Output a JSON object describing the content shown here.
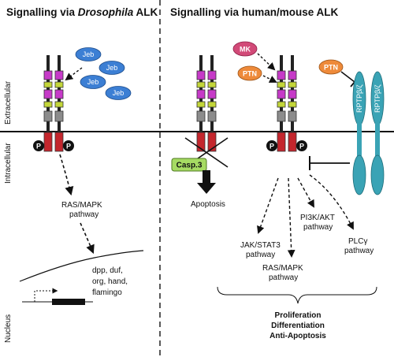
{
  "panel_left": {
    "title_prefix": "Signalling via ",
    "title_italic": "Drosophila",
    "title_suffix": " ALK",
    "ligands": [
      "Jeb",
      "Jeb",
      "Jeb",
      "Jeb"
    ],
    "pathway_line1": "RAS/MAPK",
    "pathway_line2": "pathway",
    "targets": [
      "dpp, duf,",
      "org, hand,",
      "flamingo"
    ]
  },
  "panel_right": {
    "title": "Signalling via human/mouse ALK",
    "ligand_mk": "MK",
    "ligand_ptn_1": "PTN",
    "ligand_ptn_2": "PTN",
    "caspase": "Casp.3",
    "apoptosis": "Apoptosis",
    "receptor_label_1": "RPTPβ/ζ",
    "receptor_label_2": "RPTPβ/ζ",
    "pathways": {
      "jak_stat3": [
        "JAK/STAT3",
        "pathway"
      ],
      "ras_mapk": [
        "RAS/MAPK",
        "pathway"
      ],
      "pi3k_akt": [
        "PI3K/AKT",
        "pathway"
      ],
      "plcg": [
        "PLCγ",
        "pathway"
      ]
    },
    "outcomes": [
      "Proliferation",
      "Differentiation",
      "Anti-Apoptosis"
    ]
  },
  "side_labels": {
    "extracellular": "Extracellular",
    "intracellular": "Intracellular",
    "nucleus": "Nucleus"
  },
  "phospho_label": "P",
  "colors": {
    "jeb_blue": "#3c7fd4",
    "mk_pink": "#d24a78",
    "ptn_orange": "#ee8a3a",
    "casp_green": "#a6db63",
    "rptp_teal": "#3aa3b5",
    "domain_purple": "#c63ac8",
    "domain_green": "#c3d63a",
    "domain_grey": "#8c8c8c",
    "kinase_red": "#c4262d"
  }
}
